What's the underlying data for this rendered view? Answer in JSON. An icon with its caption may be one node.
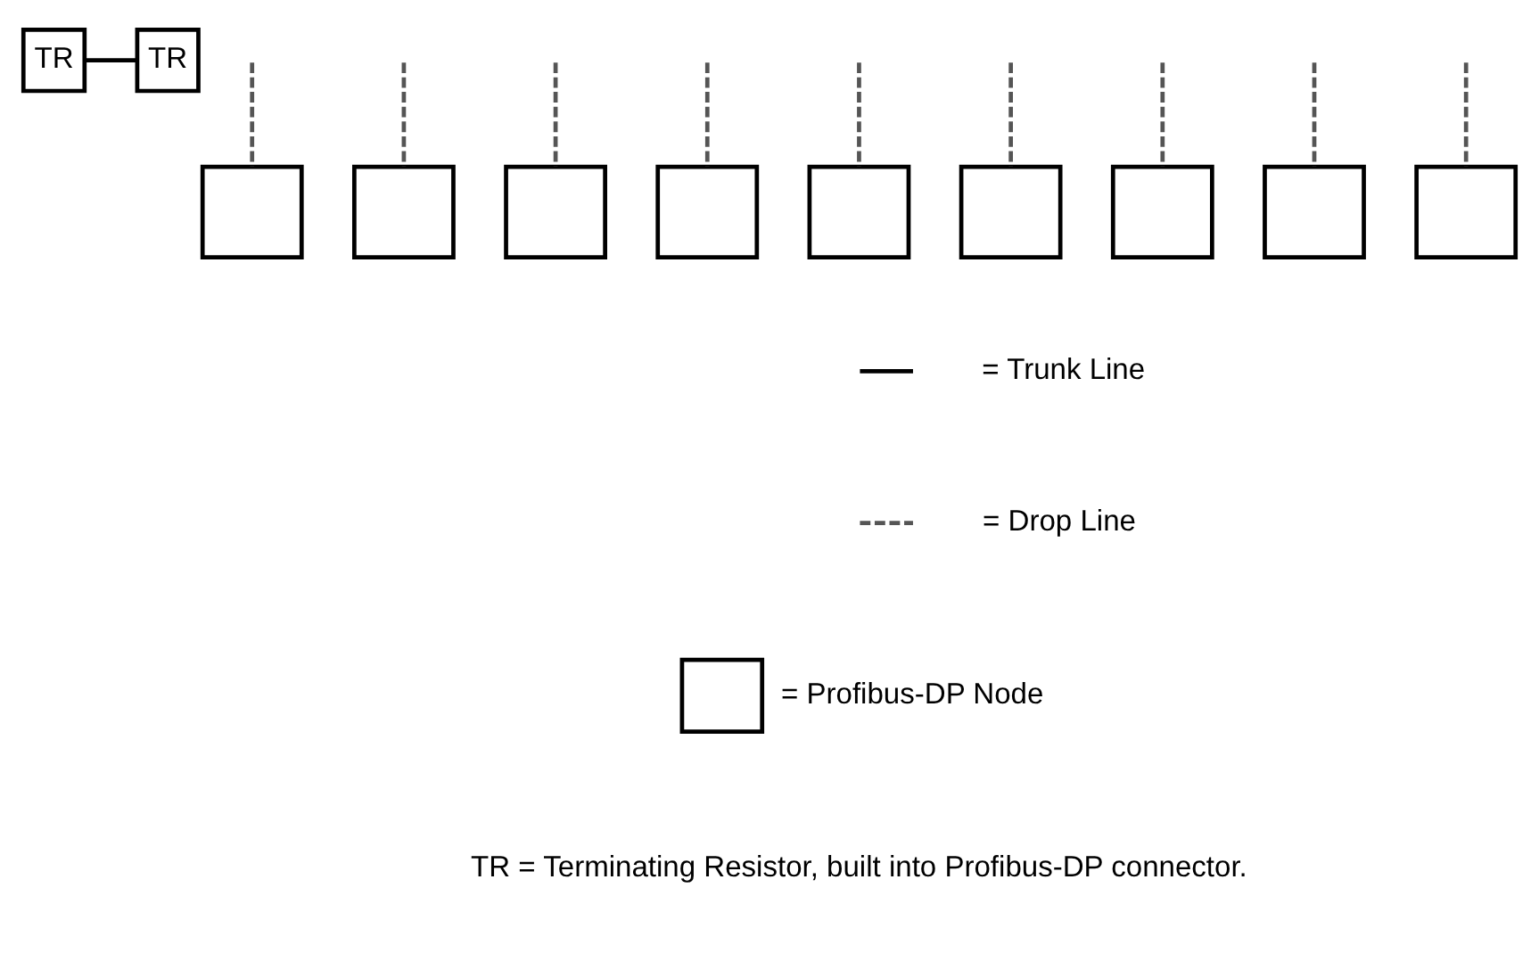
{
  "diagram": {
    "nodes": [
      {
        "text": [
          "TR"
        ]
      },
      {
        "text": [
          "TR"
        ]
      },
      {
        "text": [],
        "shape": "box"
      },
      {
        "text": [],
        "shape": "box"
      },
      {
        "text": [],
        "shape": "box"
      },
      {
        "text": [],
        "shape": "box"
      },
      {
        "text": [],
        "shape": "box"
      },
      {
        "text": [],
        "shape": "box"
      },
      {
        "text": [],
        "shape": "box"
      },
      {
        "text": [],
        "shape": "box"
      },
      {
        "text": [],
        "shape": "box"
      }
    ],
    "edges": [
      {
        "from": 0,
        "to": 1,
        "arrow": "none"
      },
      {
        "from": null,
        "to": 2,
        "arrow": "none",
        "style": "dashed",
        "color": "#555555"
      },
      {
        "from": null,
        "to": 3,
        "arrow": "none",
        "style": "dashed",
        "color": "#555555"
      },
      {
        "from": null,
        "to": 4,
        "arrow": "none",
        "style": "dashed",
        "color": "#555555"
      },
      {
        "from": null,
        "to": 5,
        "arrow": "none",
        "style": "dashed",
        "color": "#555555"
      },
      {
        "from": null,
        "to": 6,
        "arrow": "none",
        "style": "dashed",
        "color": "#555555"
      },
      {
        "from": null,
        "to": 7,
        "arrow": "none",
        "style": "dashed",
        "color": "#555555"
      },
      {
        "from": null,
        "to": 8,
        "arrow": "none",
        "style": "dashed",
        "color": "#555555"
      },
      {
        "from": null,
        "to": 9,
        "arrow": "none",
        "style": "dashed",
        "color": "#555555"
      },
      {
        "from": null,
        "to": 10,
        "arrow": "none",
        "style": "dashed",
        "color": "#555555"
      }
    ],
    "legend": [
      {
        "text": "= Trunk Line"
      },
      {
        "text": "= Drop Line"
      },
      {
        "text": "= Profibus-DP Node"
      },
      {
        "text": "TR = Terminating Resistor, built into Profibus-DP connector."
      }
    ]
  }
}
